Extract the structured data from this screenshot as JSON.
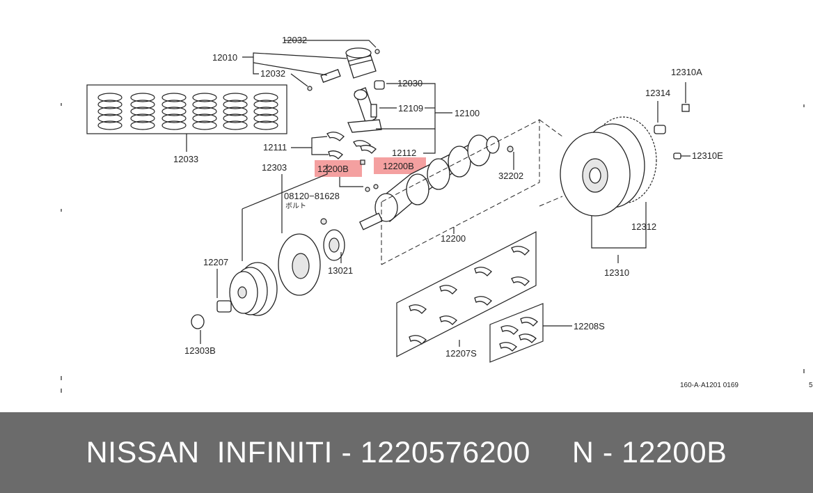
{
  "diagram": {
    "labels": {
      "p12032a": "12032",
      "p12010": "12010",
      "p12032b": "12032",
      "p12030": "12030",
      "p12109": "12109",
      "p12100": "12100",
      "p12033": "12033",
      "p12111": "12111",
      "p12112": "12112",
      "p12200Ba": "12200B",
      "p12200Bb": "12200B",
      "p12303": "12303",
      "p08120": "08120−81628",
      "bolt": "ボルト",
      "p32202": "32202",
      "p12200": "12200",
      "p12207": "12207",
      "p13021": "13021",
      "p12303B": "12303B",
      "p12207S": "12207S",
      "p12208S": "12208S",
      "p12310A": "12310A",
      "p12314": "12314",
      "p12310E": "12310E",
      "p12312": "12312",
      "p12310": "12310",
      "code": "160-A·A1201 0169",
      "edge": "5"
    },
    "highlight_color": "#f08080"
  },
  "footer": {
    "brand_part": "NISSAN  INFINITI - 1220576200",
    "ref_part": "N - 12200B"
  }
}
